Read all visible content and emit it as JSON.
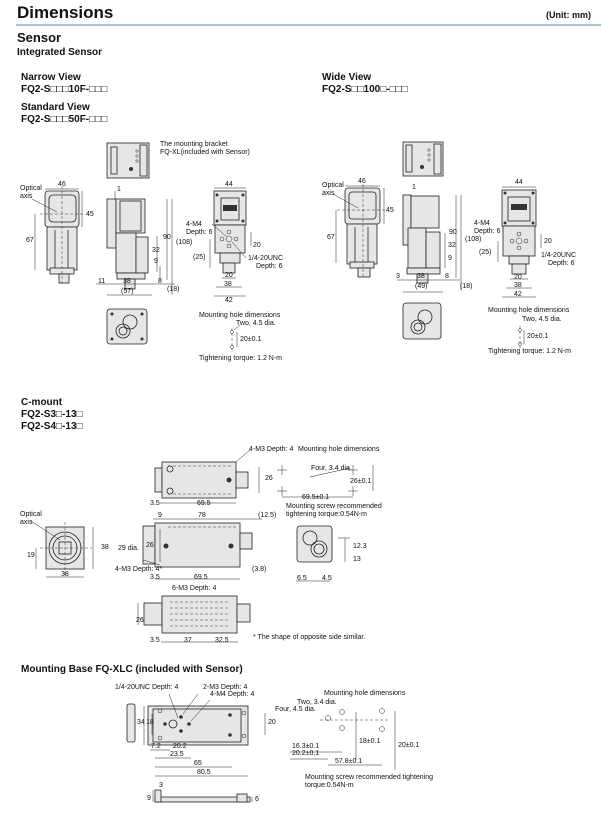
{
  "header": {
    "title": "Dimensions",
    "unit": "(Unit: mm)"
  },
  "section": {
    "title": "Sensor",
    "subtitle": "Integrated Sensor"
  },
  "narrow": {
    "label": "Narrow View",
    "model": "FQ2-S□□□10F-□□□"
  },
  "standard": {
    "label": "Standard View",
    "model": "FQ2-S□□□50F-□□□"
  },
  "wide": {
    "label": "Wide View",
    "model": "FQ2-S□□100□-□□□"
  },
  "narrow_drawing": {
    "bracket_note_1": "The mounting bracket",
    "bracket_note_2": "FQ-XL(included with Sensor)",
    "optical_1": "Optical",
    "optical_2": "axis",
    "d46": "46",
    "d45": "45",
    "d67": "67",
    "d1": "1",
    "d90": "90",
    "d108": "(108)",
    "d32": "32",
    "d9": "9",
    "d11": "11",
    "d38": "38",
    "d8": "8",
    "d57": "(57)",
    "d18": "(18)",
    "d44": "44",
    "m4_1": "4-M4",
    "m4_2": "Depth: 6",
    "d20a": "20",
    "d25": "(25)",
    "unc_1": "1/4-20UNC",
    "unc_2": "Depth: 6",
    "d20b": "20",
    "d38b": "38",
    "d42": "42",
    "mh_title": "Mounting hole dimensions",
    "mh_holes": "Two, 4.5 dia.",
    "mh_pitch": "20±0.1",
    "torque": "Tightening torque: 1.2 N-m"
  },
  "wide_drawing": {
    "optical_1": "Optical",
    "optical_2": "axis",
    "d46": "46",
    "d45": "45",
    "d67": "67",
    "d1": "1",
    "d90": "90",
    "d108": "(108)",
    "d32": "32",
    "d9": "9",
    "d3": "3",
    "d38": "38",
    "d8": "8",
    "d49": "(49)",
    "d18": "(18)",
    "d44": "44",
    "m4_1": "4-M4",
    "m4_2": "Depth: 6",
    "d20a": "20",
    "d25": "(25)",
    "unc_1": "1/4-20UNC",
    "unc_2": "Depth: 6",
    "d20b": "20",
    "d38b": "38",
    "d42": "42",
    "mh_title": "Mounting hole dimensions",
    "mh_holes": "Two, 4.5 dia.",
    "mh_pitch": "20±0.1",
    "torque": "Tightening torque: 1.2 N-m"
  },
  "cmount": {
    "label": "C-mount",
    "model_1": "FQ2-S3□-13□",
    "model_2": "FQ2-S4□-13□",
    "m3_top": "4-M3 Depth: 4",
    "d26_top": "26",
    "d35_top": "3.5",
    "d695_top": "69.5",
    "mh_title": "Mounting hole dimensions",
    "mh_holes": "Four, 3.4 dia.",
    "mh_26": "26±0.1",
    "mh_695": "69.5±0.1",
    "torque_1": "Mounting screw recommended",
    "torque_2": "tightening torque:0.54N-m",
    "optical_1": "Optical",
    "optical_2": "axis",
    "d19": "19",
    "d38v": "38",
    "d38h": "38",
    "d9": "9",
    "d78": "78",
    "d125": "(12.5)",
    "d29": "29 dia.",
    "d26_side": "26",
    "m3_side": "4-M3 Depth: 4*",
    "d38_side": "(3.8)",
    "d35_side": "3.5",
    "d695_side": "69.5",
    "d123": "12.3",
    "d13": "13",
    "d65": "6.5",
    "d45": "4.5",
    "m3_bottom": "6-M3 Depth: 4",
    "d26_bottom": "26",
    "d35_bottom": "3.5",
    "d37": "37",
    "d325": "32.5",
    "note": "* The shape of opposite side similar."
  },
  "base": {
    "label": "Mounting Base  FQ-XLC (included with Sensor)",
    "unc": "1/4-20UNC Depth: 4",
    "m3": "2-M3 Depth: 4",
    "m4": "4-M4 Depth: 4",
    "d34": "34",
    "d18": "18",
    "d20": "20",
    "d72": "7.2",
    "d202": "20.2",
    "d235": "23.5",
    "d65": "65",
    "d805": "80.5",
    "d3": "3",
    "d9": "9",
    "d6": "6",
    "mh_title": "Mounting hole dimensions",
    "mh_two": "Two, 3.4 dia.",
    "mh_four": "Four, 4.5 dia.",
    "mh_163": "16.3±0.1",
    "mh_202": "20.2±0.1",
    "mh_18": "18±0.1",
    "mh_20": "20±0.1",
    "mh_578": "57.8±0.1",
    "torque_1": "Mounting screw recommended tightening",
    "torque_2": "torque:0.54N-m"
  },
  "colors": {
    "rule": "#9cc8ec"
  }
}
